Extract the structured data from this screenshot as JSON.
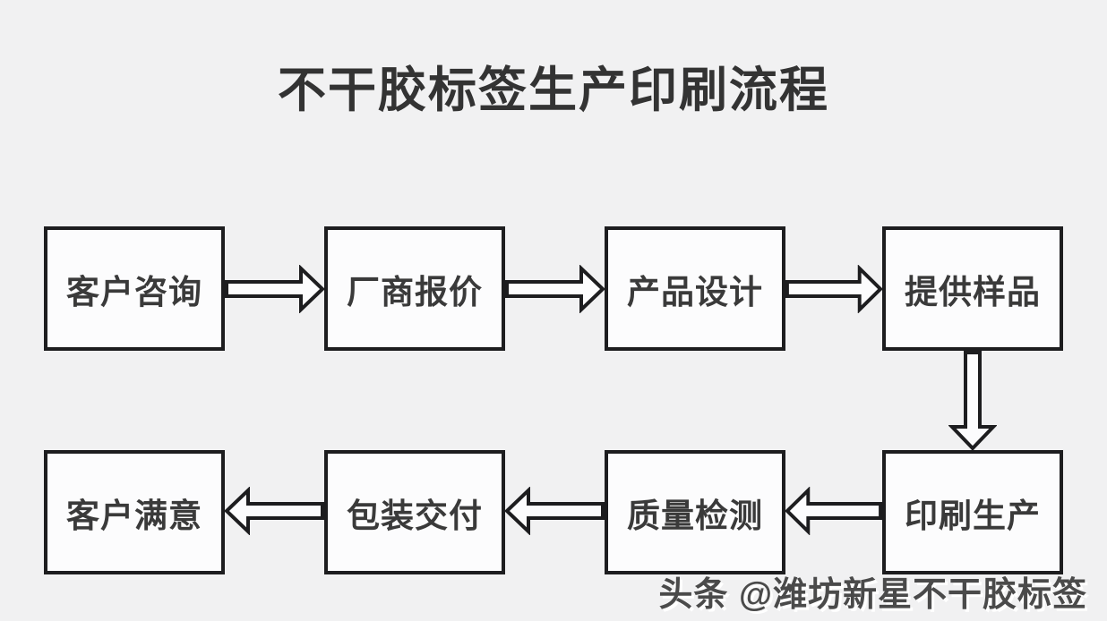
{
  "title": "不干胶标签生产印刷流程",
  "steps": [
    {
      "id": "customer-inquiry",
      "label": "客户咨询",
      "order": 1
    },
    {
      "id": "manufacturer-quote",
      "label": "厂商报价",
      "order": 2
    },
    {
      "id": "product-design",
      "label": "产品设计",
      "order": 3
    },
    {
      "id": "provide-samples",
      "label": "提供样品",
      "order": 4
    },
    {
      "id": "printing-production",
      "label": "印刷生产",
      "order": 5
    },
    {
      "id": "quality-inspection",
      "label": "质量检测",
      "order": 6
    },
    {
      "id": "packaging-delivery",
      "label": "包装交付",
      "order": 7
    },
    {
      "id": "customer-satisfaction",
      "label": "客户满意",
      "order": 8
    }
  ],
  "arrows": [
    {
      "from": "客户咨询",
      "to": "厂商报价",
      "direction": "right"
    },
    {
      "from": "厂商报价",
      "to": "产品设计",
      "direction": "right"
    },
    {
      "from": "产品设计",
      "to": "提供样品",
      "direction": "right"
    },
    {
      "from": "提供样品",
      "to": "印刷生产",
      "direction": "down"
    },
    {
      "from": "印刷生产",
      "to": "质量检测",
      "direction": "left"
    },
    {
      "from": "质量检测",
      "to": "包装交付",
      "direction": "left"
    },
    {
      "from": "包装交付",
      "to": "客户满意",
      "direction": "left"
    }
  ],
  "watermark": {
    "brand": "头条",
    "handle": "@潍坊新星不干胶标签"
  },
  "colors": {
    "background": "#f1f1f2",
    "box_fill": "#fcfcfd",
    "border": "#1d1d1f",
    "box_text": "#3a3a3a",
    "title_text": "#333333",
    "watermark_text": "#4a4a4a"
  }
}
